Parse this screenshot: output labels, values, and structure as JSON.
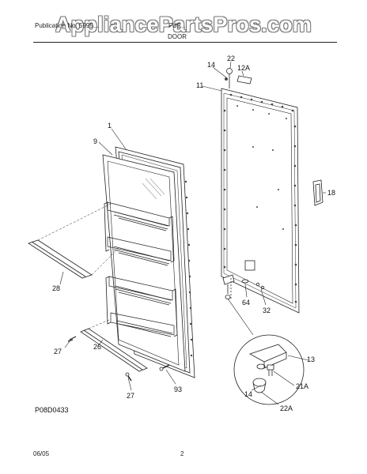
{
  "watermark": "AppliancePartsPros.com",
  "header": {
    "left_text": "Publication No. 5995...",
    "right_text": "FUF..."
  },
  "section_title": "DOOR",
  "figure_code": "P08D0433",
  "footer": {
    "date": "06/05",
    "page": "2"
  },
  "callouts": {
    "c1": "1",
    "c9": "9",
    "c11": "11",
    "c12a": "12A",
    "c13": "13",
    "c14a": "14",
    "c14b": "14",
    "c18": "18",
    "c21a": "21A",
    "c22": "22",
    "c22a": "22A",
    "c26": "26",
    "c27a": "27",
    "c27b": "27",
    "c28": "28",
    "c32": "32",
    "c64": "64",
    "c93": "93"
  }
}
